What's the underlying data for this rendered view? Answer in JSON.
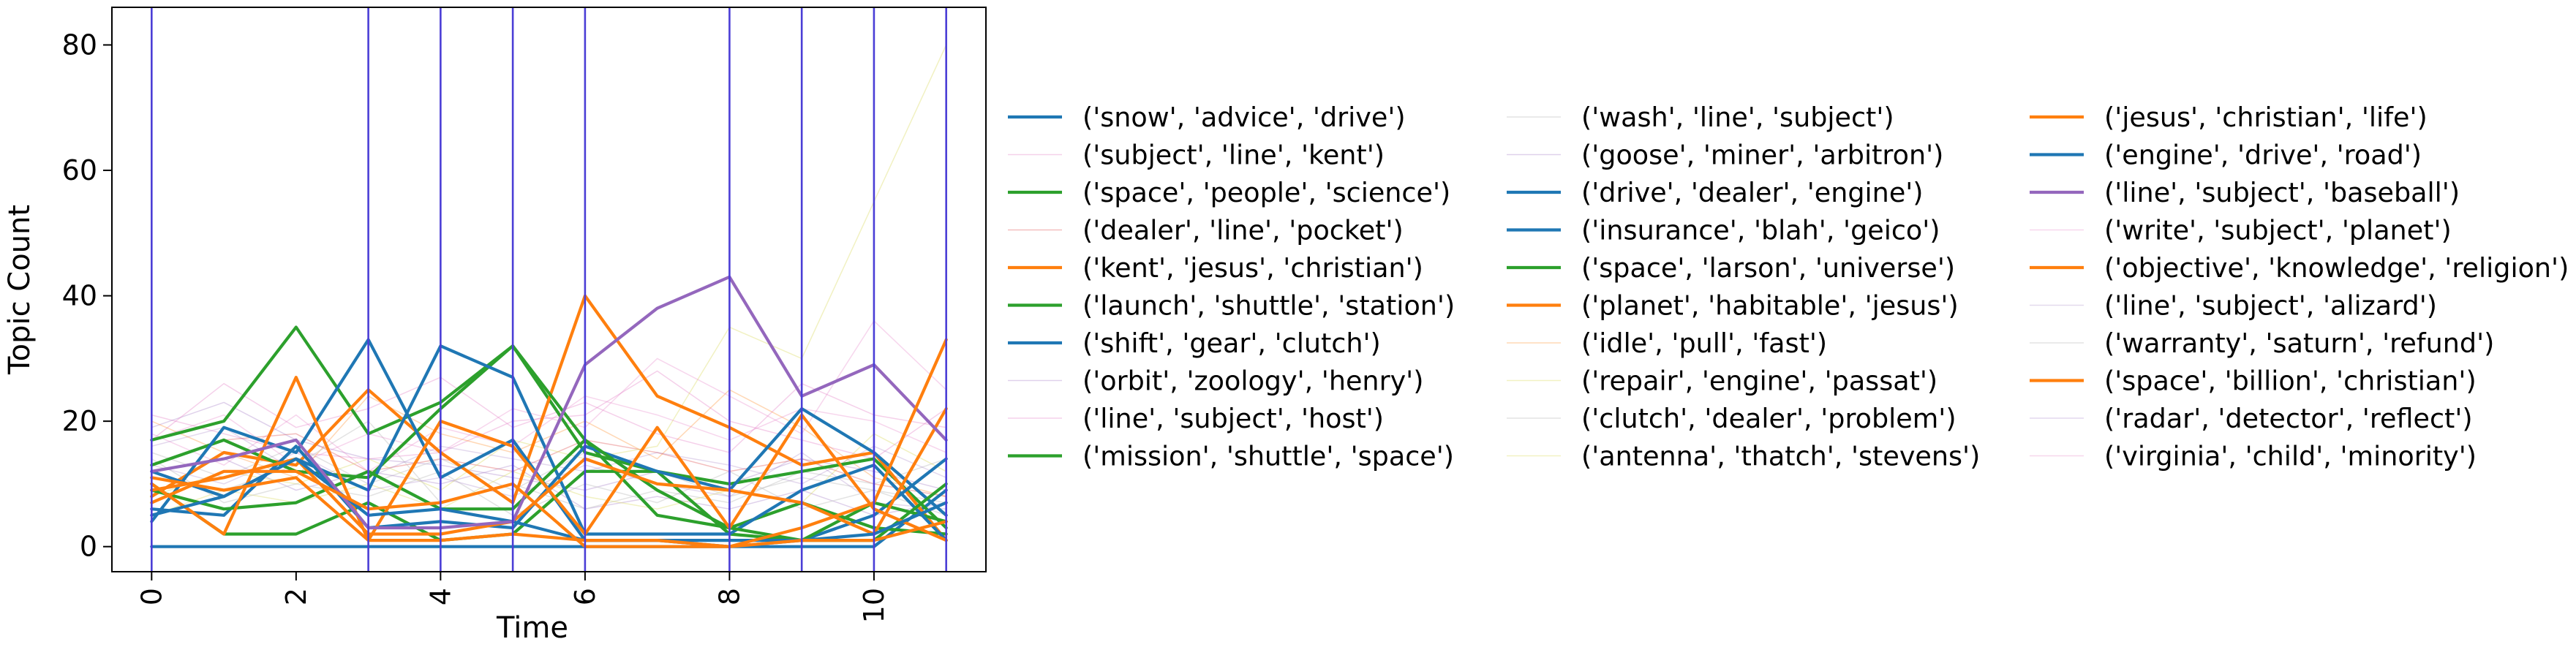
{
  "chart_data": {
    "type": "line",
    "xlabel": "Time",
    "ylabel": "Topic Count",
    "xlim": [
      -0.55,
      11.55
    ],
    "ylim": [
      -4,
      86
    ],
    "xticks": [
      0,
      2,
      4,
      6,
      8,
      10
    ],
    "yticks": [
      0,
      20,
      40,
      60,
      80
    ],
    "xtick_labels": [
      "0",
      "2",
      "4",
      "6",
      "8",
      "10"
    ],
    "ytick_labels": [
      "0",
      "20",
      "40",
      "60",
      "80"
    ],
    "x": [
      0,
      1,
      2,
      3,
      4,
      5,
      6,
      7,
      8,
      9,
      10,
      11
    ],
    "event_lines": [
      0,
      3,
      4,
      5,
      6,
      8,
      9,
      10,
      11
    ],
    "event_color": "#4b3ed6",
    "grid": false,
    "legend_position": "right",
    "colors": {
      "blue": "#1f77b4",
      "orange": "#ff7f0e",
      "green": "#2ca02c",
      "red": "#d62728",
      "purple": "#9467bd",
      "pink": "#e377c2",
      "yellow": "#dddd66",
      "gray": "#c8c8c8"
    },
    "series": [
      {
        "name": "('snow', 'advice', 'drive')",
        "color": "#1f77b4",
        "width": 4.2,
        "opacity": 1,
        "values": [
          0,
          0,
          0,
          0,
          0,
          0,
          0,
          0,
          0,
          0,
          0,
          9
        ]
      },
      {
        "name": "('subject', 'line', 'kent')",
        "color": "#e377c2",
        "width": 1.5,
        "opacity": 0.35,
        "values": [
          21,
          18,
          15,
          14,
          15,
          20,
          21,
          28,
          20,
          17,
          14,
          22
        ]
      },
      {
        "name": "('space', 'people', 'science')",
        "color": "#2ca02c",
        "width": 4.2,
        "opacity": 1,
        "values": [
          17,
          20,
          35,
          18,
          23,
          32,
          15,
          12,
          10,
          12,
          14,
          3
        ]
      },
      {
        "name": "('dealer', 'line', 'pocket')",
        "color": "#d62728",
        "width": 1.5,
        "opacity": 0.3,
        "values": [
          13,
          17,
          18,
          12,
          14,
          12,
          17,
          15,
          12,
          14,
          10,
          8
        ]
      },
      {
        "name": "('kent', 'jesus', 'christian')",
        "color": "#ff7f0e",
        "width": 4.2,
        "opacity": 1,
        "values": [
          8,
          15,
          13,
          25,
          15,
          7,
          40,
          24,
          19,
          13,
          15,
          1
        ]
      },
      {
        "name": "('launch', 'shuttle', 'station')",
        "color": "#2ca02c",
        "width": 4.2,
        "opacity": 1,
        "values": [
          13,
          17,
          12,
          11,
          22,
          32,
          17,
          5,
          3,
          7,
          3,
          2
        ]
      },
      {
        "name": "('shift', 'gear', 'clutch')",
        "color": "#1f77b4",
        "width": 4.2,
        "opacity": 1,
        "values": [
          4,
          19,
          15,
          33,
          11,
          17,
          1,
          1,
          0,
          1,
          5,
          14
        ]
      },
      {
        "name": "('orbit', 'zoology', 'henry')",
        "color": "#9467bd",
        "width": 1.5,
        "opacity": 0.3,
        "values": [
          19,
          23,
          17,
          14,
          13,
          11,
          9,
          12,
          10,
          14,
          12,
          9
        ]
      },
      {
        "name": "('line', 'subject', 'host')",
        "color": "#e377c2",
        "width": 1.5,
        "opacity": 0.35,
        "values": [
          17,
          26,
          19,
          22,
          27,
          19,
          23,
          18,
          15,
          26,
          21,
          19
        ]
      },
      {
        "name": "('mission', 'shuttle', 'space')",
        "color": "#2ca02c",
        "width": 4.2,
        "opacity": 1,
        "values": [
          10,
          2,
          2,
          7,
          1,
          2,
          12,
          12,
          2,
          1,
          7,
          4
        ]
      },
      {
        "name": "('wash', 'line', 'subject')",
        "color": "#c8c8c8",
        "width": 1.5,
        "opacity": 0.5,
        "values": [
          15,
          11,
          16,
          10,
          14,
          9,
          15,
          12,
          8,
          11,
          9,
          7
        ]
      },
      {
        "name": "('goose', 'miner', 'arbitron')",
        "color": "#9467bd",
        "width": 1.5,
        "opacity": 0.3,
        "values": [
          12,
          14,
          9,
          12,
          10,
          13,
          6,
          8,
          6,
          9,
          5,
          7
        ]
      },
      {
        "name": "('drive', 'dealer', 'engine')",
        "color": "#1f77b4",
        "width": 4.2,
        "opacity": 1,
        "values": [
          12,
          8,
          14,
          9,
          32,
          27,
          2,
          2,
          2,
          9,
          13,
          1
        ]
      },
      {
        "name": "('insurance', 'blah', 'geico')",
        "color": "#1f77b4",
        "width": 4.2,
        "opacity": 1,
        "values": [
          6,
          5,
          16,
          3,
          4,
          3,
          16,
          12,
          9,
          22,
          15,
          5
        ]
      },
      {
        "name": "('space', 'larson', 'universe')",
        "color": "#2ca02c",
        "width": 4.2,
        "opacity": 1,
        "values": [
          9,
          6,
          7,
          12,
          6,
          6,
          17,
          9,
          3,
          1,
          1,
          10
        ]
      },
      {
        "name": "('planet', 'habitable', 'jesus')",
        "color": "#ff7f0e",
        "width": 4.2,
        "opacity": 1,
        "values": [
          10,
          2,
          27,
          1,
          20,
          16,
          2,
          19,
          3,
          21,
          6,
          1
        ]
      },
      {
        "name": "('idle', 'pull', 'fast')",
        "color": "#ff7f0e",
        "width": 1.5,
        "opacity": 0.3,
        "values": [
          20,
          15,
          11,
          24,
          18,
          15,
          20,
          14,
          25,
          19,
          11,
          8
        ]
      },
      {
        "name": "('repair', 'engine', 'passat')",
        "color": "#dddd66",
        "width": 1.5,
        "opacity": 0.4,
        "values": [
          8,
          12,
          10,
          14,
          9,
          17,
          14,
          16,
          35,
          30,
          55,
          80
        ]
      },
      {
        "name": "('clutch', 'dealer', 'problem')",
        "color": "#c8c8c8",
        "width": 1.5,
        "opacity": 0.5,
        "values": [
          11,
          9,
          13,
          20,
          7,
          10,
          6,
          9,
          7,
          12,
          10,
          14
        ]
      },
      {
        "name": "('antenna', 'thatch', 'stevens')",
        "color": "#dddd66",
        "width": 1.5,
        "opacity": 0.4,
        "values": [
          5,
          9,
          7,
          10,
          6,
          12,
          8,
          6,
          9,
          7,
          18,
          12
        ]
      },
      {
        "name": "('jesus', 'christian', 'life')",
        "color": "#ff7f0e",
        "width": 4.2,
        "opacity": 1,
        "values": [
          9,
          11,
          14,
          2,
          2,
          4,
          14,
          10,
          9,
          7,
          2,
          22
        ]
      },
      {
        "name": "('engine', 'drive', 'road')",
        "color": "#1f77b4",
        "width": 4.2,
        "opacity": 1,
        "values": [
          5,
          8,
          14,
          5,
          6,
          4,
          1,
          1,
          1,
          1,
          2,
          7
        ]
      },
      {
        "name": "('line', 'subject', 'baseball')",
        "color": "#9467bd",
        "width": 4.2,
        "opacity": 1,
        "values": [
          12,
          14,
          17,
          3,
          3,
          4,
          29,
          38,
          43,
          24,
          29,
          17
        ]
      },
      {
        "name": "('write', 'subject', 'planet')",
        "color": "#e377c2",
        "width": 1.5,
        "opacity": 0.3,
        "values": [
          17,
          21,
          13,
          18,
          15,
          22,
          19,
          30,
          24,
          18,
          36,
          25
        ]
      },
      {
        "name": "('objective', 'knowledge', 'religion')",
        "color": "#ff7f0e",
        "width": 4.2,
        "opacity": 1,
        "values": [
          7,
          12,
          12,
          6,
          7,
          10,
          0,
          0,
          0,
          3,
          7,
          33
        ]
      },
      {
        "name": "('line', 'subject', 'alizard')",
        "color": "#9467bd",
        "width": 1.5,
        "opacity": 0.25,
        "values": [
          16,
          19,
          12,
          11,
          16,
          14,
          12,
          15,
          13,
          10,
          16,
          11
        ]
      },
      {
        "name": "('warranty', 'saturn', 'refund')",
        "color": "#c8c8c8",
        "width": 1.5,
        "opacity": 0.5,
        "values": [
          14,
          7,
          10,
          8,
          12,
          5,
          10,
          7,
          12,
          6,
          9,
          5
        ]
      },
      {
        "name": "('space', 'billion', 'christian')",
        "color": "#ff7f0e",
        "width": 4.2,
        "opacity": 1,
        "values": [
          11,
          9,
          11,
          1,
          1,
          2,
          1,
          1,
          0,
          1,
          1,
          4
        ]
      },
      {
        "name": "('radar', 'detector', 'reflect')",
        "color": "#9467bd",
        "width": 1.5,
        "opacity": 0.25,
        "values": [
          13,
          10,
          15,
          9,
          11,
          8,
          13,
          10,
          8,
          15,
          7,
          6
        ]
      },
      {
        "name": "('virginia', 'child', 'minority')",
        "color": "#e377c2",
        "width": 1.5,
        "opacity": 0.3,
        "values": [
          18,
          13,
          21,
          12,
          19,
          16,
          24,
          21,
          17,
          22,
          20,
          15
        ]
      }
    ]
  }
}
